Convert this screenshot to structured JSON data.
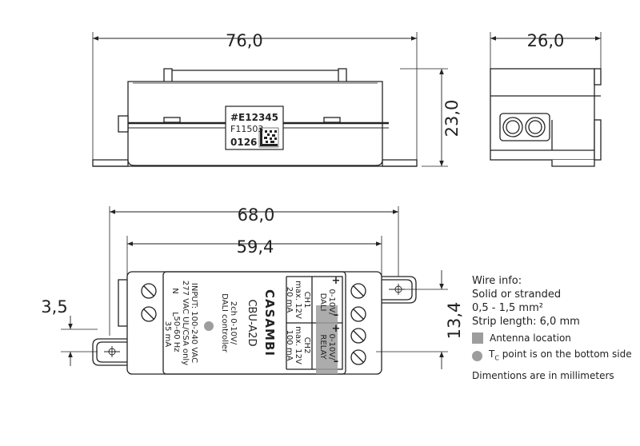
{
  "dimensions": {
    "top_width": "76,0",
    "side_width": "26,0",
    "height": "23,0",
    "bottom_length": "68,0",
    "hole_spacing": "59,4",
    "left_offset": "3,5",
    "body_height": "13,4"
  },
  "label": {
    "serial": "#E12345",
    "code": "F11503",
    "batch": "0126"
  },
  "device": {
    "brand": "CASAMBI",
    "model": "CBU-A2D",
    "desc1": "2ch 0-10V/",
    "desc2": "DALI controller",
    "input1": "INPUT: 100-240 VAC",
    "input2": "277 VAC UL/CSA only",
    "input3": "50-60 Hz",
    "input4": "35 mA",
    "terminal_n": "N",
    "terminal_l": "L",
    "ch1_name": "CH1",
    "ch1_spec1": "max. 12V",
    "ch1_spec2": "20 mA",
    "ch1_out1": "0-10V/",
    "ch1_out2": "DALI",
    "ch2_name": "CH2",
    "ch2_spec1": "max. 12V",
    "ch2_spec2": "100 mA",
    "ch2_out1": "0-10V/",
    "ch2_out2": "RELAY",
    "plus": "+",
    "minus": "–"
  },
  "wire_info": {
    "title": "Wire info:",
    "line1": "Solid or stranded",
    "line2": "0,5 - 1,5 mm²",
    "line3": "Strip length: 6,0 mm"
  },
  "legend": {
    "antenna": "Antenna location",
    "tc_prefix": "T",
    "tc_sub": "C",
    "tc_rest": " point is on the bottom side",
    "units_note": "Dimentions are in millimeters"
  },
  "colors": {
    "line": "#222222",
    "antenna": "#9d9d9d",
    "label_bg": "#ffffff"
  }
}
